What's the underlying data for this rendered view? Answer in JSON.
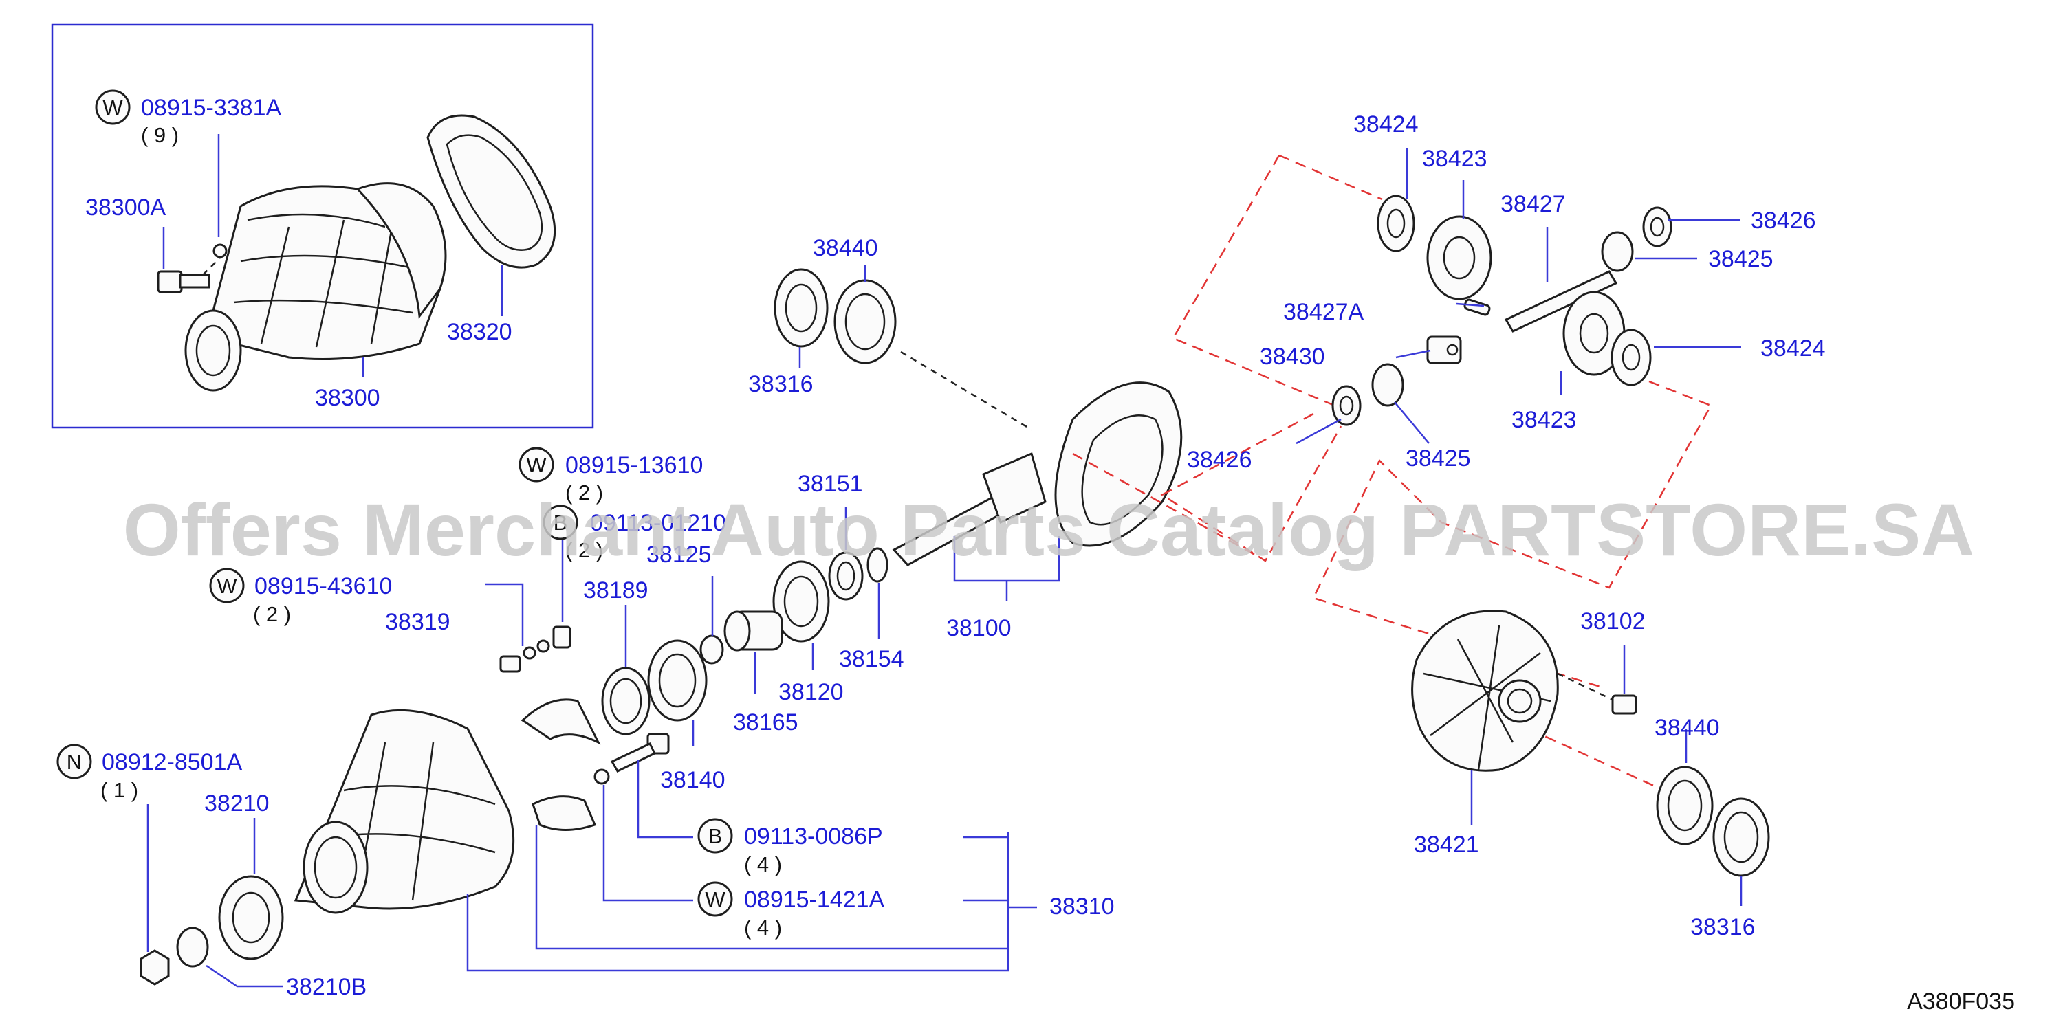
{
  "diagram_code": "A380F035",
  "watermark": "Offers Merchant Auto Parts Catalog PARTSTORE.SA",
  "labels": {
    "p38300A": "38300A",
    "p38300": "38300",
    "p38320": "38320",
    "p38440_top": "38440",
    "p38316_top": "38316",
    "p38151": "38151",
    "p38125": "38125",
    "p38189": "38189",
    "p38319": "38319",
    "p38120": "38120",
    "p38154": "38154",
    "p38165": "38165",
    "p38140": "38140",
    "p38100": "38100",
    "p38210": "38210",
    "p38210B": "38210B",
    "p38310": "38310",
    "p38424_top": "38424",
    "p38423_top": "38423",
    "p38427": "38427",
    "p38426_right": "38426",
    "p38425_right": "38425",
    "p38427A": "38427A",
    "p38430": "38430",
    "p38424_right": "38424",
    "p38423_right": "38423",
    "p38425_low": "38425",
    "p38426_left": "38426",
    "p38102": "38102",
    "p38440_low": "38440",
    "p38421": "38421",
    "p38316_low": "38316"
  },
  "callouts": [
    {
      "symbol": "W",
      "part": "08915-3381A",
      "qty": "( 9 )"
    },
    {
      "symbol": "W",
      "part": "08915-13610",
      "qty": "( 2 )"
    },
    {
      "symbol": "B",
      "part": "09113-01210",
      "qty": "( 2 )"
    },
    {
      "symbol": "W",
      "part": "08915-43610",
      "qty": "( 2 )"
    },
    {
      "symbol": "N",
      "part": "08912-8501A",
      "qty": "( 1 )"
    },
    {
      "symbol": "B",
      "part": "09113-0086P",
      "qty": "( 4 )"
    },
    {
      "symbol": "W",
      "part": "08915-1421A",
      "qty": "( 4 )"
    }
  ]
}
